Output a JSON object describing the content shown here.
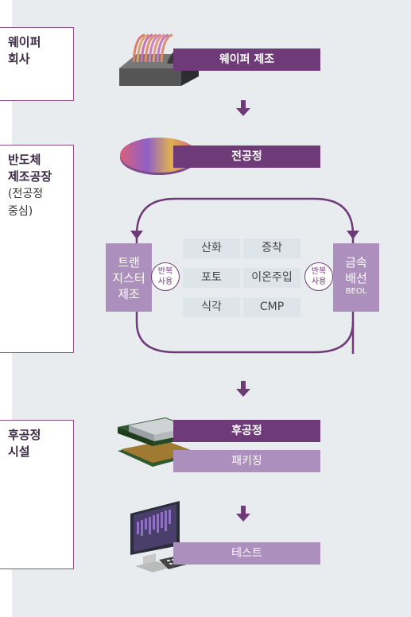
{
  "sections": {
    "wafer_company": {
      "title": "웨이퍼\n회사"
    },
    "fab": {
      "title": "반도체\n제조공장",
      "subtitle": "(전공정\n중심)"
    },
    "backend": {
      "title": "후공정\n시설"
    }
  },
  "steps": {
    "wafer_manufacturing": "웨이퍼 제조",
    "front_end": "전공정",
    "back_end": "후공정",
    "packaging": "패키징",
    "test": "테스트"
  },
  "loop": {
    "transistor": "트랜\n지스터\n제조",
    "metal_label": "금속\n배선",
    "metal_sub": "BEOL",
    "repeat_left": "반복\n사용",
    "repeat_right": "반복\n사용",
    "processes": [
      "산화",
      "증착",
      "포토",
      "이온주입",
      "식각",
      "CMP"
    ]
  },
  "colors": {
    "dark_purple": "#6e3a77",
    "light_purple": "#ad8fbd",
    "panel_bg": "#e8ecef",
    "cell_bg": "#dde5ea"
  },
  "icons": [
    "wafer-stack-icon",
    "wafer-icon",
    "cpu-chip-icon",
    "test-computer-icon",
    "down-arrow-icon"
  ]
}
